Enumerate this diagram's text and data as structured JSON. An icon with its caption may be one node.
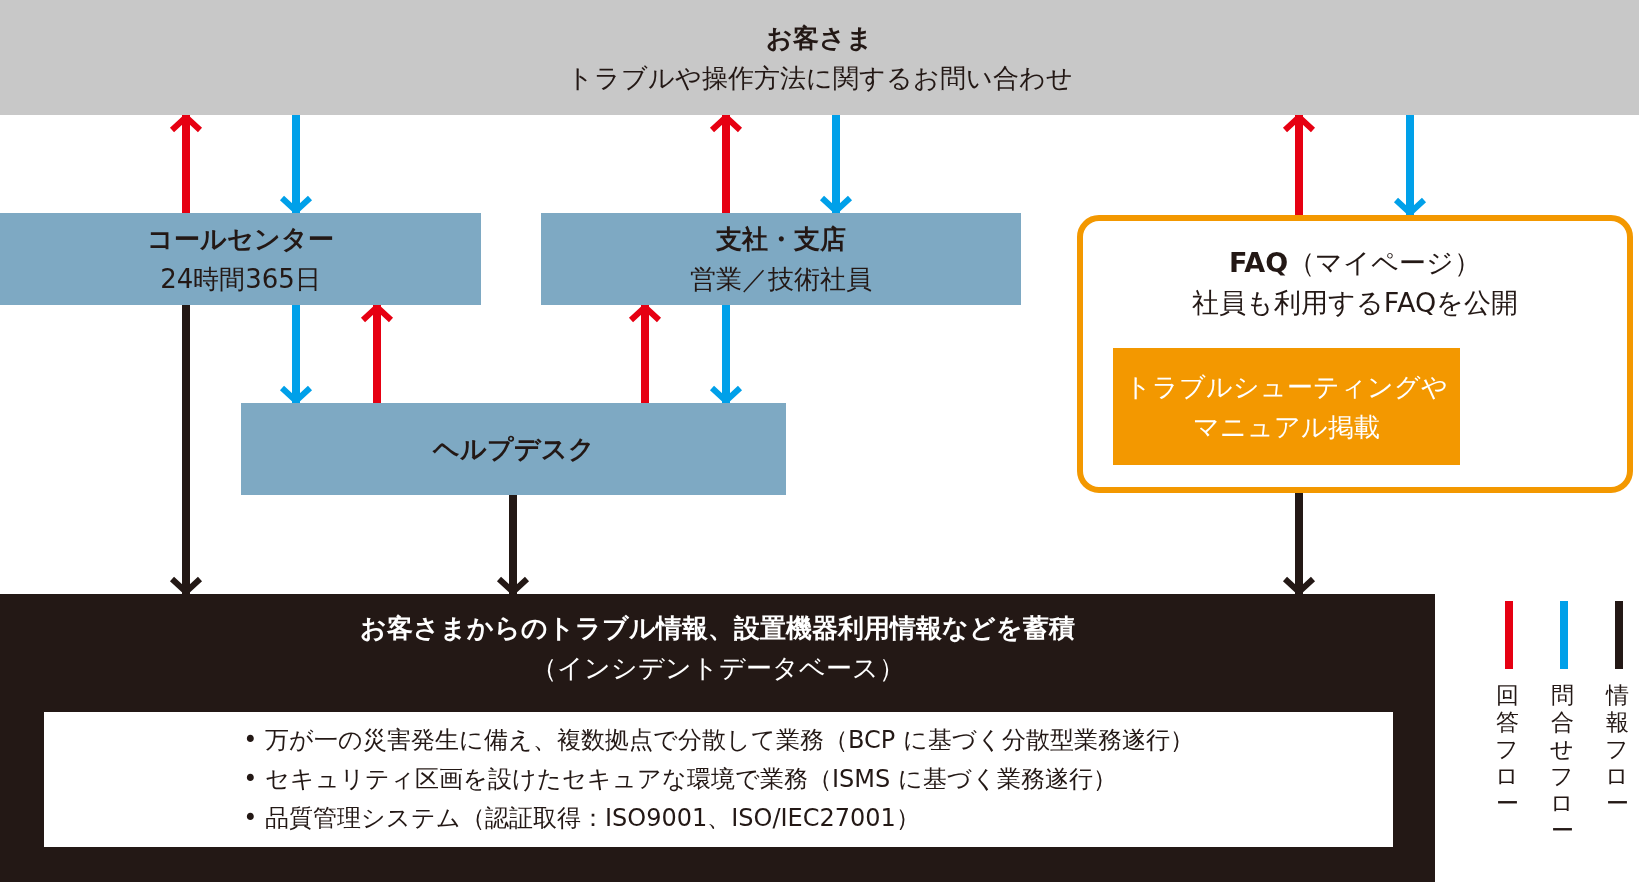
{
  "diagram": {
    "nodes": [
      {
        "text": [
          "お客さま",
          "トラブルや操作方法に関するお問い合わせ"
        ]
      },
      {
        "text": [
          "コールセンター",
          "24時間365日"
        ]
      },
      {
        "text": [
          "支社・支店",
          "営業／技術社員"
        ]
      },
      {
        "text": [
          "**FAQ**（マイページ）",
          "社員も利用するFAQを公開"
        ]
      },
      {
        "text": [
          "トラブルシューティングやマニュアル掲載"
        ],
        "in": 3
      },
      {
        "text": [
          "ヘルプデスク"
        ]
      },
      {
        "text": [
          "お客さまからのトラブル情報、設置機器利用情報などを蓄積",
          "（インシデントデータベース）"
        ]
      },
      {
        "text": [
          "• 万が一の災害発生に備え、複数拠点で分散して業務（BCP に基づく分散型業務遂行）",
          "• セキュリティ区画を設けたセキュアな環境で業務（ISMS に基づく業務遂行）",
          "• 品質管理システム（認証取得：ISO9001、ISO/IEC27001）"
        ],
        "in": 6
      }
    ],
    "edges": [
      {
        "from": 1,
        "to": 0,
        "arrow": "to",
        "color": "#e60012"
      },
      {
        "from": 0,
        "to": 1,
        "arrow": "to",
        "color": "#00a0e9"
      },
      {
        "from": 2,
        "to": 0,
        "arrow": "to",
        "color": "#e60012"
      },
      {
        "from": 0,
        "to": 2,
        "arrow": "to",
        "color": "#00a0e9"
      },
      {
        "from": 3,
        "to": 0,
        "arrow": "to",
        "color": "#e60012"
      },
      {
        "from": 0,
        "to": 3,
        "arrow": "to",
        "color": "#00a0e9"
      },
      {
        "from": 1,
        "to": 5,
        "arrow": "to",
        "color": "#00a0e9"
      },
      {
        "from": 5,
        "to": 1,
        "arrow": "to",
        "color": "#e60012"
      },
      {
        "from": 5,
        "to": 2,
        "arrow": "to",
        "color": "#e60012"
      },
      {
        "from": 2,
        "to": 5,
        "arrow": "to",
        "color": "#00a0e9"
      },
      {
        "from": 1,
        "to": 6,
        "arrow": "to",
        "color": "#231815"
      },
      {
        "from": 5,
        "to": 6,
        "arrow": "to",
        "color": "#231815"
      },
      {
        "from": 3,
        "to": 6,
        "arrow": "to",
        "color": "#231815"
      }
    ],
    "legend": [
      {
        "text": "回答フロー"
      },
      {
        "text": "問合せフロー"
      },
      {
        "text": "情報フロー"
      }
    ]
  }
}
